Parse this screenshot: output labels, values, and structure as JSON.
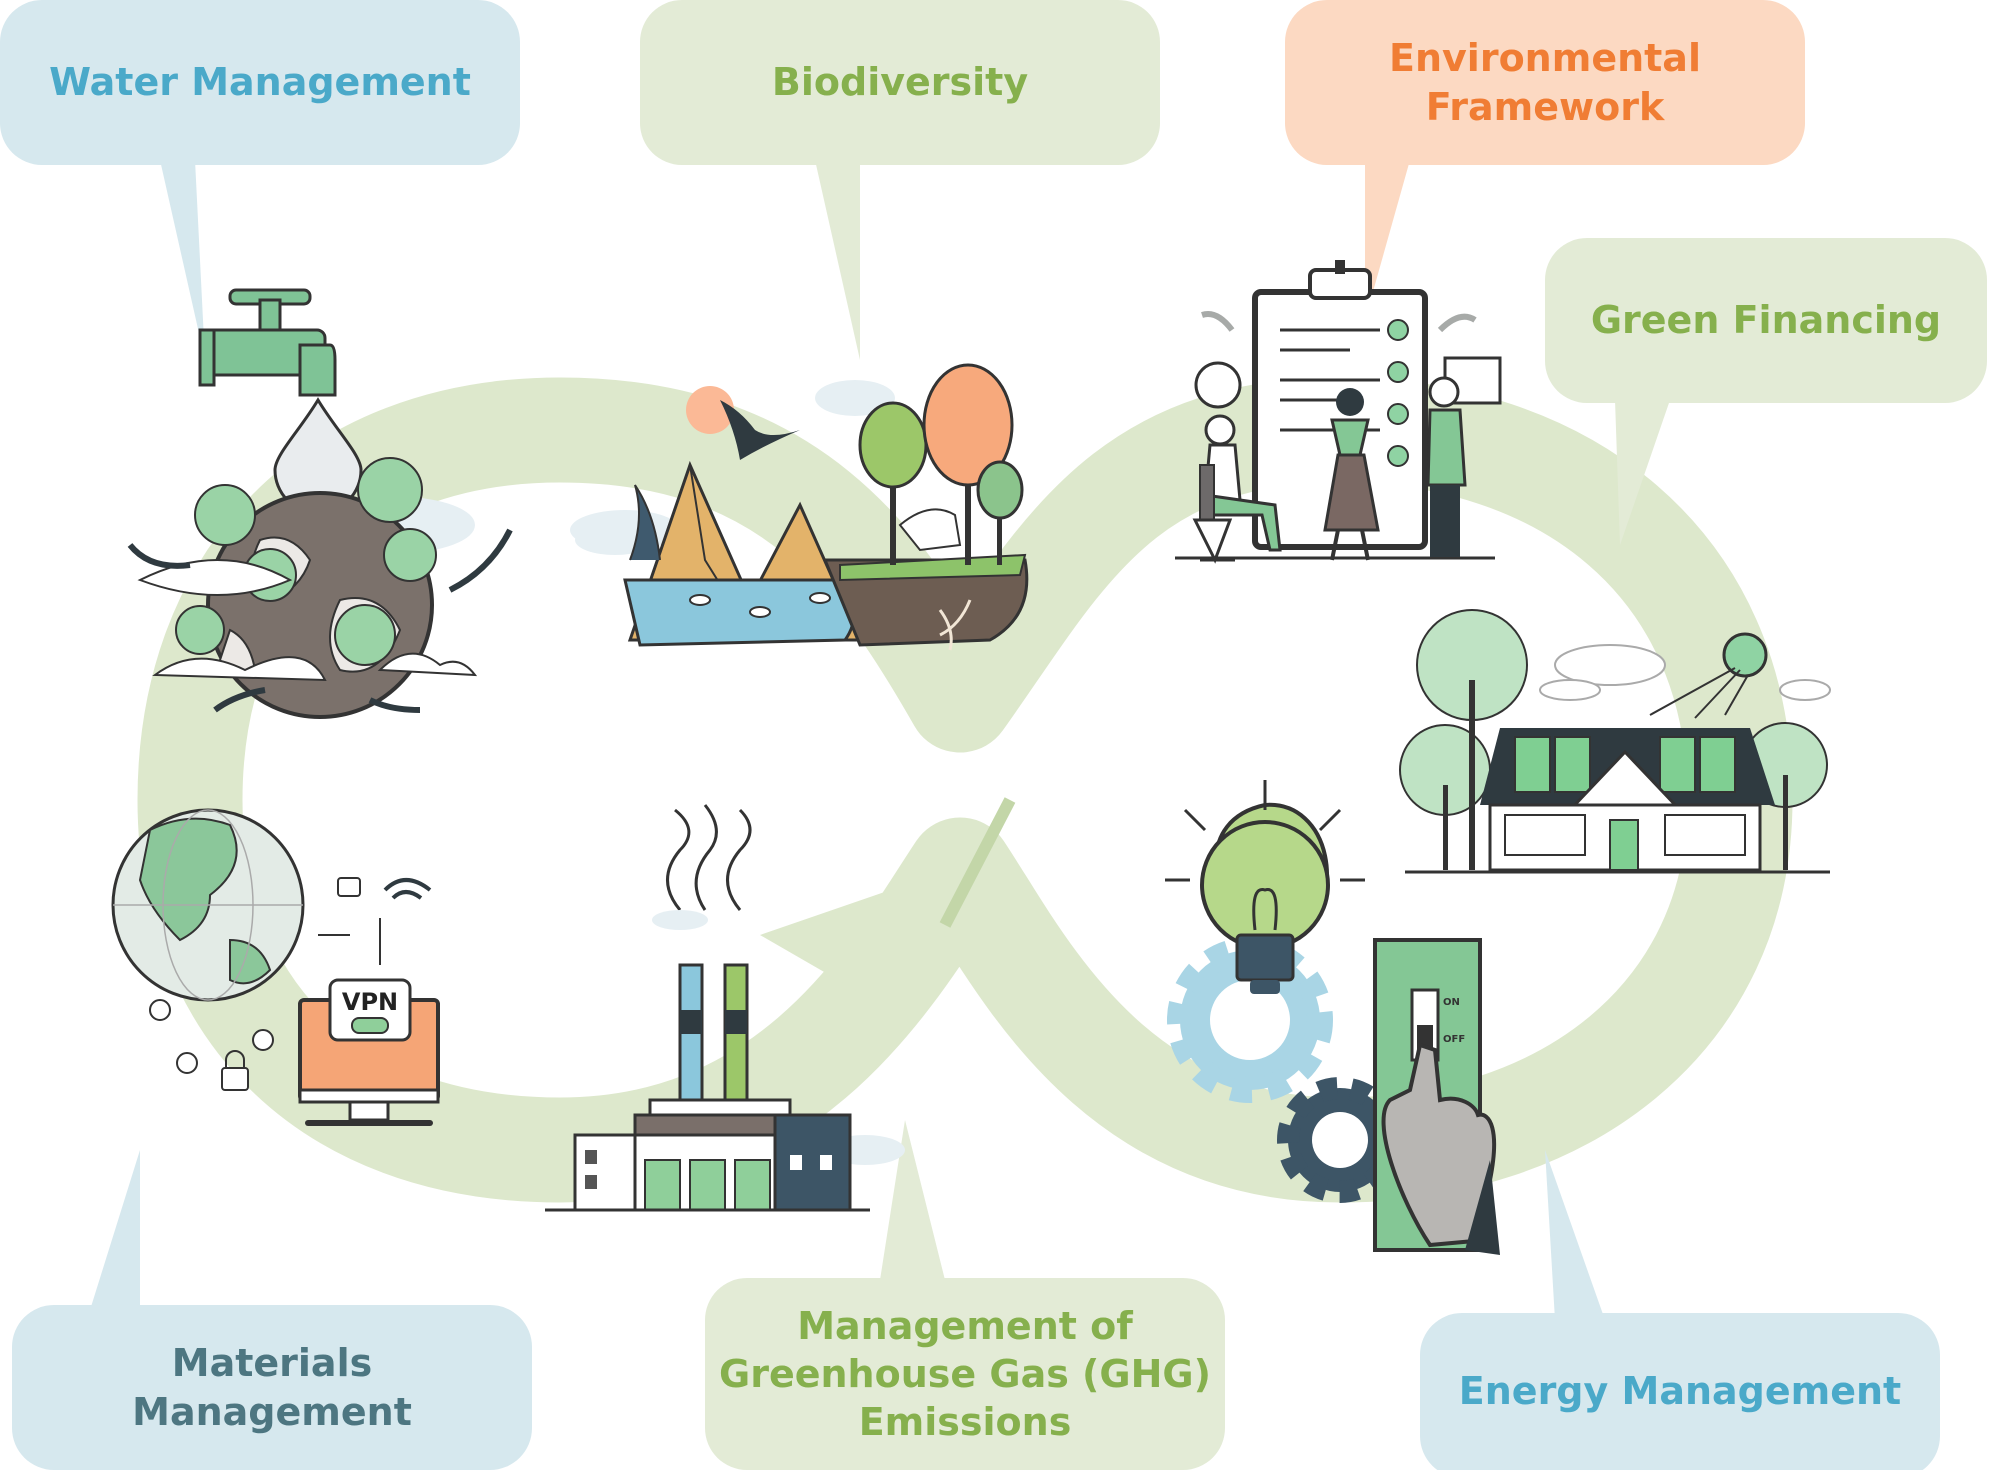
{
  "colors": {
    "loop": "#dde8cc",
    "blue_bubble": "#d6e8ee",
    "green_bubble": "#e3ebd6",
    "orange_bubble": "#fcd9c2",
    "blue_text": "#4aa9c9",
    "green_text": "#86b04d",
    "orange_text": "#f07d34",
    "slate_text": "#4d7681"
  },
  "labels": {
    "water": "Water Management",
    "biodiversity": "Biodiversity",
    "env_line1": "Environmental",
    "env_line2": "Framework",
    "green_financing": "Green Financing",
    "materials_line1": "Materials",
    "materials_line2": "Management",
    "ghg_line1": "Management of",
    "ghg_line2": "Greenhouse Gas (GHG)",
    "ghg_line3": "Emissions",
    "energy": "Energy Management"
  },
  "icon_text": {
    "vpn": "VPN",
    "switch_on": "ON",
    "switch_off": "OFF"
  },
  "icons": [
    "water-tap-earth-icon",
    "ecosystem-icon",
    "clipboard-team-icon",
    "solar-house-icon",
    "lightbulb-gear-icon",
    "power-switch-icon",
    "factory-icon",
    "globe-network-icon"
  ]
}
